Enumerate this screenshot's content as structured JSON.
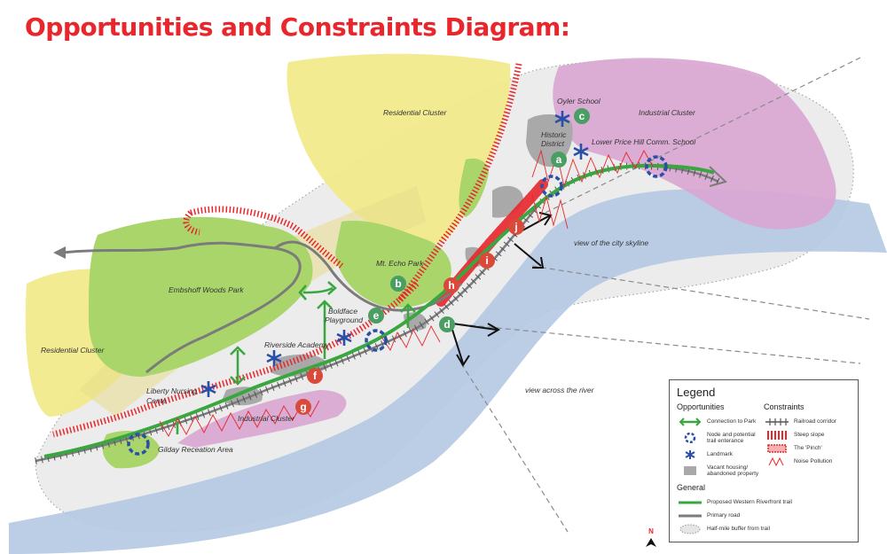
{
  "title": "Opportunities and Constraints Diagram:",
  "colors": {
    "title": "#e8262b",
    "trail": "#3aa640",
    "node": "#2a4fa8",
    "badge_green": "#4a9e63",
    "badge_red": "#d94a3b",
    "river": "#b4c9e3",
    "residential": "#f2ea8c",
    "industrial": "#d9a6d3",
    "park": "#a9d56b"
  },
  "map_labels": {
    "residential_top": "Residential Cluster",
    "residential_left": "Residential Cluster",
    "industrial_top": "Industrial Cluster",
    "industrial_bottom": "Industrial Cluster",
    "oyler": "Oyler School",
    "historic_1": "Historic",
    "historic_2": "District",
    "lower_price": "Lower Price Hill Comm. School",
    "mt_echo": "Mt. Echo Park",
    "embshoff": "Embshoff Woods Park",
    "boldface_1": "Boldface",
    "boldface_2": "Playground",
    "riverside": "Riverside Academy",
    "liberty_1": "Liberty Nursing",
    "liberty_2": "Cente",
    "gilday": "Gilday Receation Area",
    "view_skyline": "view of the city skyline",
    "view_river": "view across the river"
  },
  "badges": {
    "a": "a",
    "b": "b",
    "c": "c",
    "d": "d",
    "e": "e",
    "f": "f",
    "g": "g",
    "h": "h",
    "i": "i",
    "j": "j"
  },
  "legend": {
    "title": "Legend",
    "opportunities": "Opportunities",
    "constraints": "Constraints",
    "general": "General",
    "connection": "Connection to Park",
    "node_1": "Node and potential",
    "node_2": "trail enterance",
    "landmark": "Landmark",
    "vacant_1": "Vacant housing/",
    "vacant_2": "abandoned property",
    "railroad": "Railroad corridor",
    "steep": "Steep slope",
    "pinch": "The 'Pinch'",
    "noise": "Noise Pollution",
    "trail": "Proposed Western Riverfront trail",
    "road": "Primary road",
    "buffer": "Half-mile buffer from trail"
  },
  "north": "N"
}
